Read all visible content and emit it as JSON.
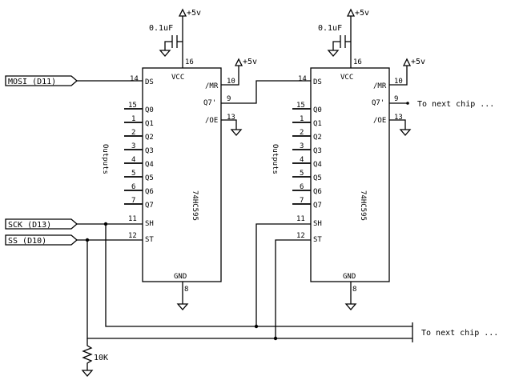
{
  "supply": {
    "vcc_label": "+5v",
    "gnd_label": "GND"
  },
  "capacitor": {
    "value": "0.1uF"
  },
  "resistor": {
    "value": "10K"
  },
  "inputs": {
    "mosi": "MOSI (D11)",
    "sck": "SCK  (D13)",
    "ss": "SS   (D10)"
  },
  "notes": {
    "to_next_chip": "To next chip ..."
  },
  "chip": {
    "part": "74HC595",
    "outputs_label": "Outputs",
    "pins": {
      "ds": "DS",
      "vcc": "VCC",
      "mr": "/MR",
      "q7p": "Q7'",
      "oe": "/OE",
      "sh": "SH",
      "st": "ST",
      "gnd": "GND",
      "q0": "Q0",
      "q1": "Q1",
      "q2": "Q2",
      "q3": "Q3",
      "q4": "Q4",
      "q5": "Q5",
      "q6": "Q6",
      "q7": "Q7"
    },
    "pin_numbers": {
      "ds": "14",
      "vcc": "16",
      "mr": "10",
      "q7p": "9",
      "oe": "13",
      "sh": "11",
      "st": "12",
      "gnd": "8",
      "q0": "15",
      "q1": "1",
      "q2": "2",
      "q3": "3",
      "q4": "4",
      "q5": "5",
      "q6": "6",
      "q7": "7"
    }
  }
}
